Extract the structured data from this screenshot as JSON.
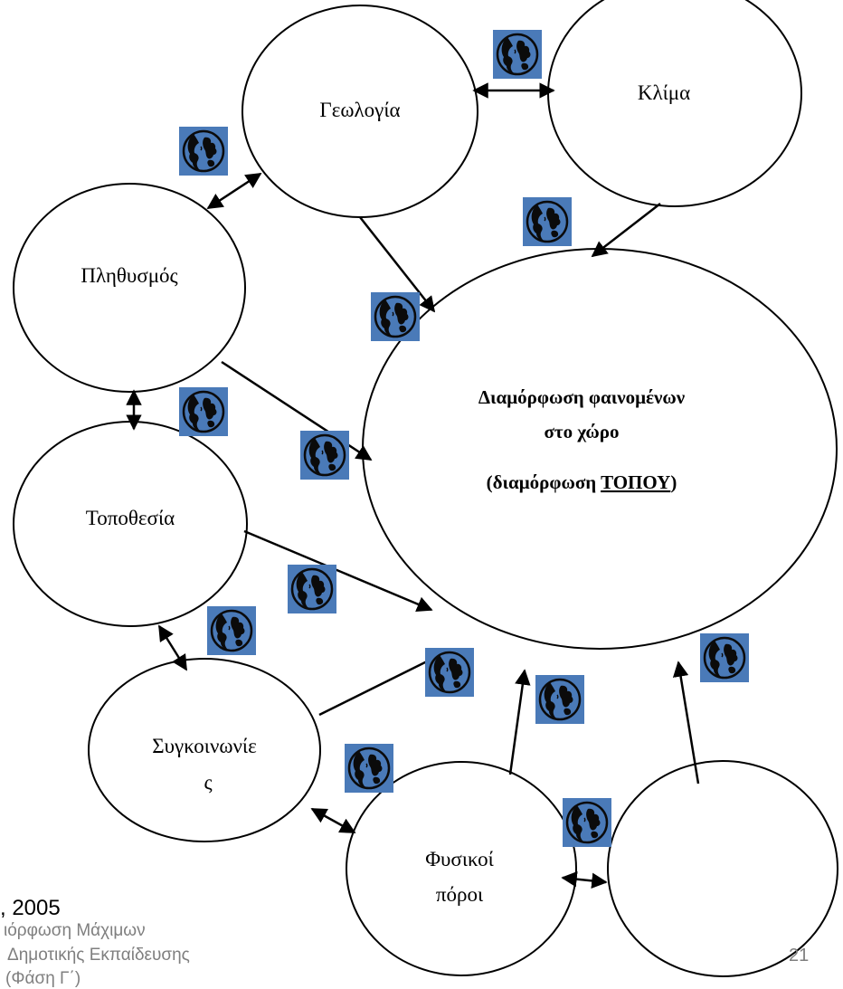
{
  "nodes": {
    "geology": "Γεωλογία",
    "climate": "Κλίμα",
    "population": "Πληθυσμός",
    "location": "Τοποθεσία",
    "transport_line1": "Συγκοινωνίε",
    "transport_line2": "ς",
    "resources_line1": "Φυσικοί",
    "resources_line2": "πόροι",
    "unlabeled": ""
  },
  "center": {
    "line1": "Διαμόρφωση φαινομένων",
    "line2": "στο χώρο",
    "line3_prefix": "(διαμόρφωση ",
    "line3_emphasis": "ΤΟΠΟΥ",
    "line3_suffix": ")"
  },
  "footer": {
    "year": ", 2005",
    "line1": "ιόρφωση Μάχιμων",
    "line2": "Δημοτικής Εκπαίδευσης",
    "line3": "(Φάση Γ΄)",
    "page_number": "21"
  },
  "icon": "globe-head-icon",
  "colors": {
    "icon_bg": "#4a7ab8",
    "icon_fg": "#0b0b0b",
    "footer_text": "#7f7f7f"
  }
}
